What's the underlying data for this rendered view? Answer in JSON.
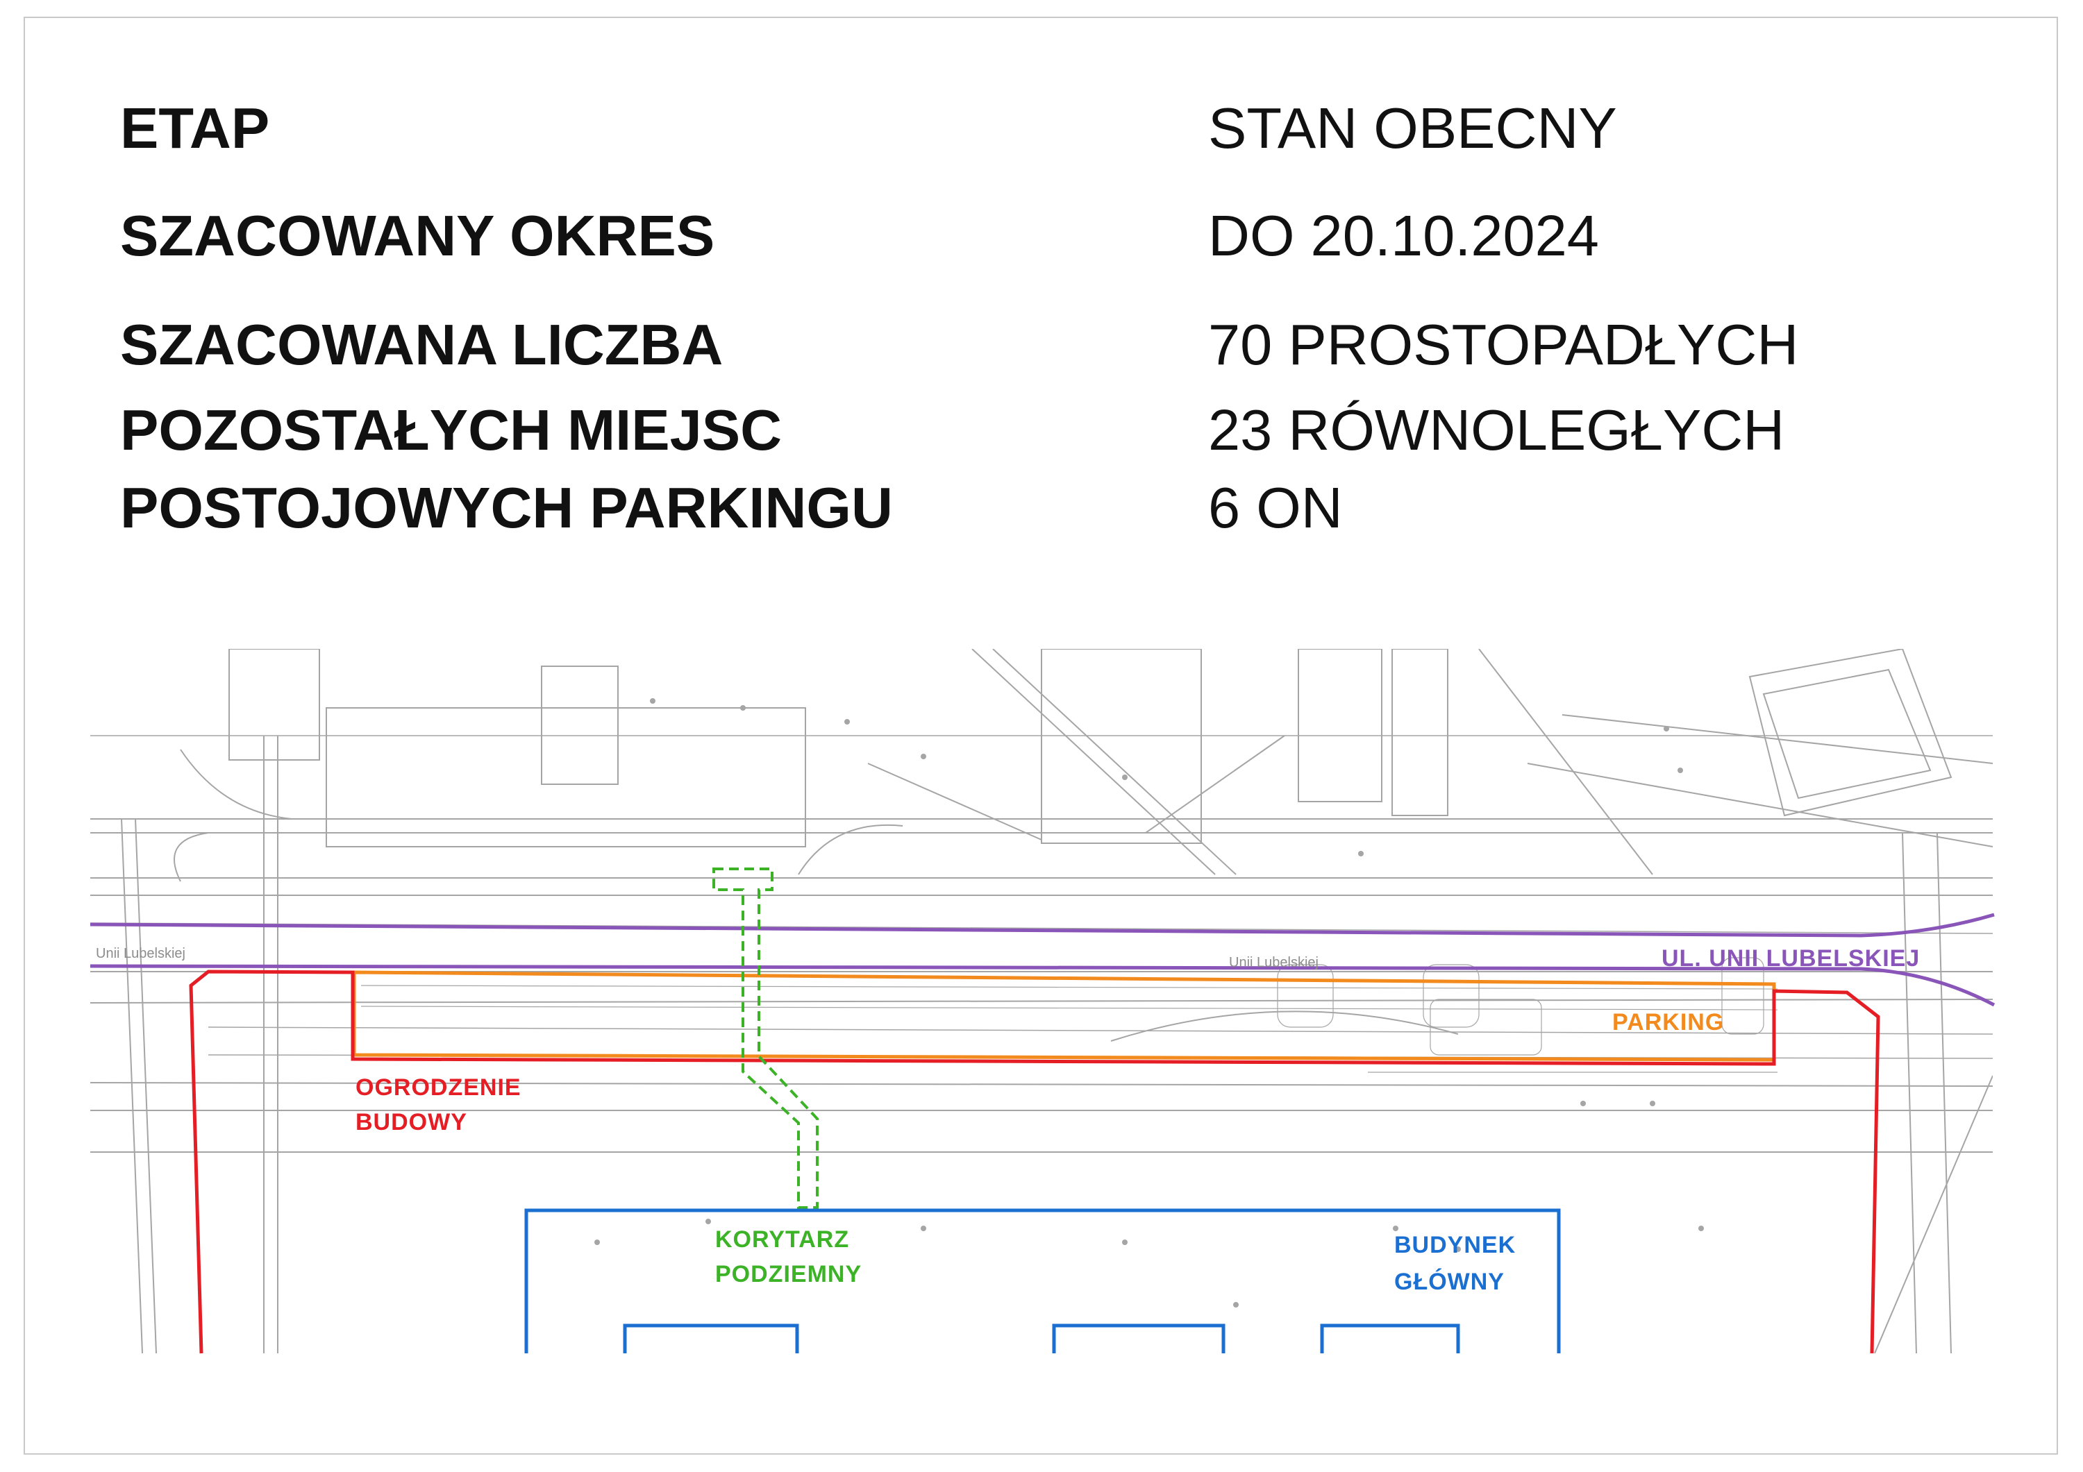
{
  "info": {
    "rows": [
      {
        "label": "ETAP",
        "value": "STAN OBECNY"
      },
      {
        "label": "SZACOWANY OKRES",
        "value": "DO 20.10.2024"
      },
      {
        "label": "SZACOWANA LICZBA",
        "value": "70 PROSTOPADŁYCH"
      },
      {
        "label": "POZOSTAŁYCH MIEJSC",
        "value": "23 RÓWNOLEGŁYCH"
      },
      {
        "label": "POSTOJOWYCH PARKINGU",
        "value": "6 ON"
      }
    ]
  },
  "map": {
    "street_label": "UL. UNII LUBELSKIEJ",
    "street_small_left": "Unii Lubelskiej",
    "street_small_mid": "Unii Lubelskiej",
    "parking_label": "PARKING",
    "fence_label_1": "OGRODZENIE",
    "fence_label_2": "BUDOWY",
    "corridor_label_1": "KORYTARZ",
    "corridor_label_2": "PODZIEMNY",
    "building_label_1": "BUDYNEK",
    "building_label_2": "GŁÓWNY",
    "colors": {
      "street": "#8a55b8",
      "fence": "#e41e24",
      "parking": "#f28a1e",
      "corridor": "#3cb227",
      "building": "#1a6fd1",
      "basemap": "#9a9a9a"
    }
  }
}
